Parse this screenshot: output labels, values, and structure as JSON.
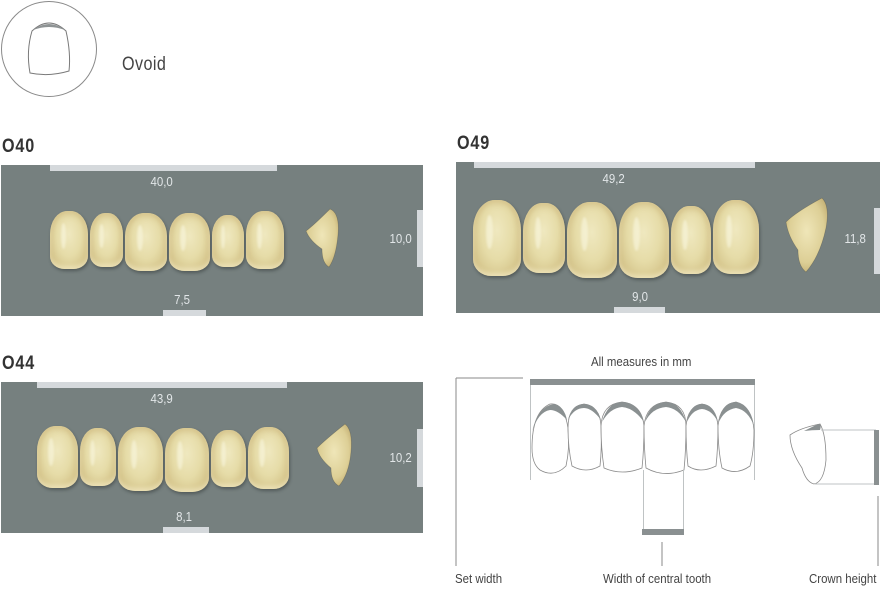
{
  "header": {
    "shape_icon": "ovoid-tooth-outline-icon",
    "shape_label": "Ovoid"
  },
  "colors": {
    "panel_bg": "#76807f",
    "measure_bar": "#d5d9dc",
    "measure_text": "#e2e6e8",
    "diagram_bar": "#8a9091",
    "tooth_color": "#e6dca8"
  },
  "models": [
    {
      "name": "O40",
      "set_width": "40,0",
      "central_width": "7,5",
      "crown_height": "10,0"
    },
    {
      "name": "O49",
      "set_width": "49,2",
      "central_width": "9,0",
      "crown_height": "11,8"
    },
    {
      "name": "O44",
      "set_width": "43,9",
      "central_width": "8,1",
      "crown_height": "10,2"
    }
  ],
  "legend": {
    "note": "All measures in mm",
    "set_width_label": "Set width",
    "central_width_label": "Width of central tooth",
    "crown_height_label": "Crown height"
  }
}
